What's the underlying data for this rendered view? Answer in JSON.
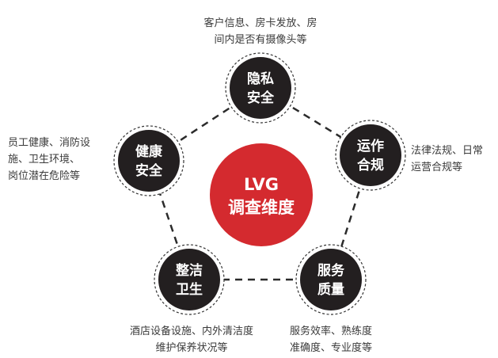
{
  "colors": {
    "node_fill": "#231f20",
    "center_fill": "#d42a2f",
    "connector": "#2b2b2b",
    "description_text": "#3a3a3a",
    "node_text": "#ffffff"
  },
  "center": {
    "line1": "LVG",
    "line2": "调查维度"
  },
  "dimensions": {
    "privacy": {
      "line1": "隐私",
      "line2": "安全",
      "desc1": "客户信息、房卡发放、房",
      "desc2": "间内是否有摄像头等"
    },
    "compliance": {
      "line1": "运作",
      "line2": "合规",
      "desc1": "法律法规、日常",
      "desc2": "运营合规等"
    },
    "service": {
      "line1": "服务",
      "line2": "质量",
      "desc1": "服务效率、熟练度",
      "desc2": "准确度、专业度等"
    },
    "hygiene": {
      "line1": "整洁",
      "line2": "卫生",
      "desc1": "酒店设备设施、内外清洁度",
      "desc2": "维护保养状况等"
    },
    "health": {
      "line1": "健康",
      "line2": "安全",
      "desc1": "员工健康、消防设",
      "desc2": "施、卫生环境、",
      "desc3": "岗位潜在危险等"
    }
  }
}
